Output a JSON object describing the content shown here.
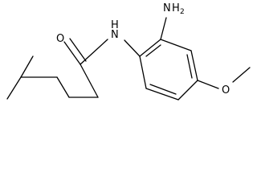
{
  "molecule": {
    "atom_labels": {
      "amide_oxygen": "O",
      "amide_nitrogen_n": "N",
      "amide_nitrogen_h": "H",
      "amine_n": "N",
      "amine_h": "H",
      "amine_subscript": "2",
      "ether_oxygen": "O"
    }
  },
  "colors": {
    "bond": "#000000",
    "label": "#000000",
    "background": "#ffffff"
  }
}
